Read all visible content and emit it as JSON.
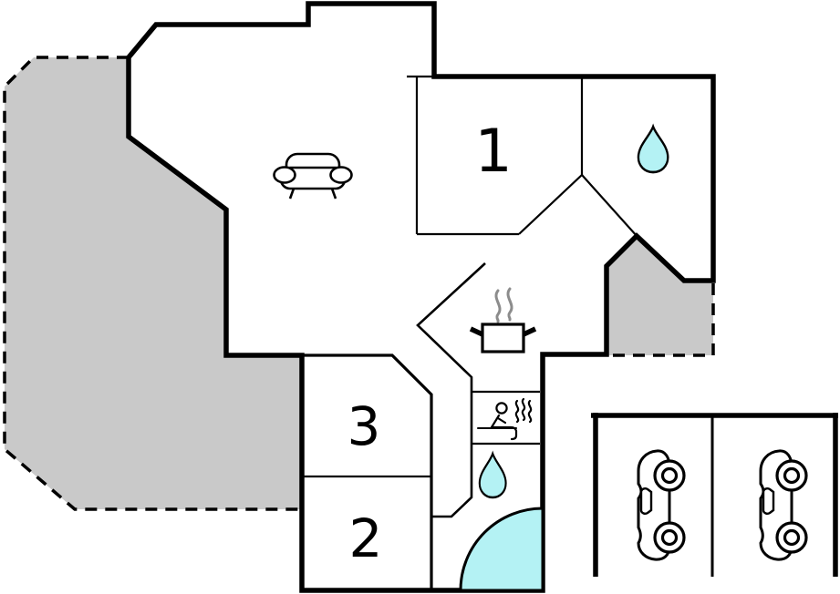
{
  "page": {
    "type": "holiday-home-floor-plan"
  },
  "colors": {
    "wall": "#000000",
    "terrace": "#c9c9c9",
    "water": "#b4f2f4",
    "steam": "#8c8c8c",
    "fill": "#ffffff"
  },
  "rooms": {
    "bedroom1": {
      "label": "1"
    },
    "bedroom2": {
      "label": "2"
    },
    "bedroom3": {
      "label": "3"
    }
  },
  "icons": {
    "living_room": "sofa-icon",
    "kitchen": "cooking-pot-icon",
    "sauna": "sauna-person-icon",
    "bathroom": "water-drop-icon",
    "shower": "water-drop-icon",
    "pool": "corner-pool-shape",
    "carport": "car-icon"
  }
}
